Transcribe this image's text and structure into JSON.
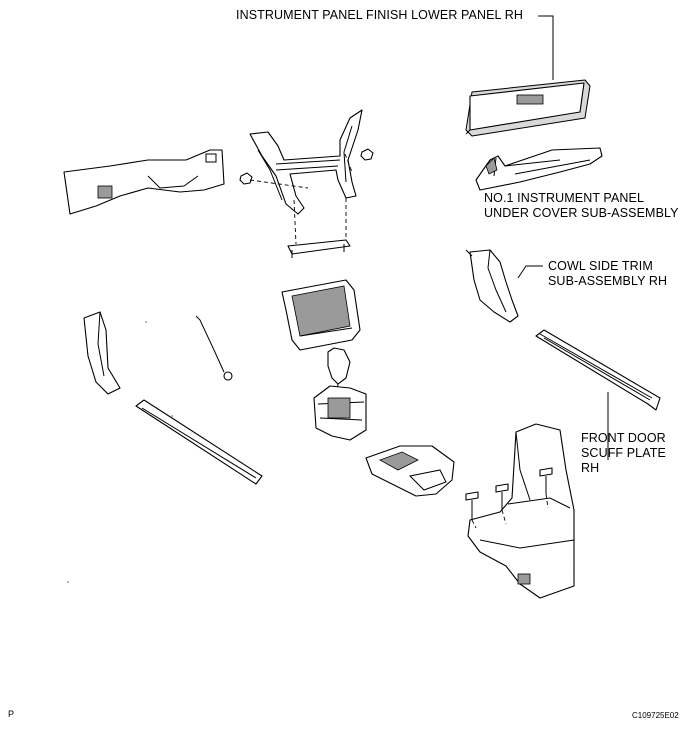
{
  "labels": {
    "finish_lower_panel": "INSTRUMENT PANEL FINISH LOWER PANEL RH",
    "under_cover_line1": "NO.1 INSTRUMENT PANEL",
    "under_cover_line2": "UNDER COVER SUB-ASSEMBLY",
    "cowl_line1": "COWL SIDE TRIM",
    "cowl_line2": "SUB-ASSEMBLY RH",
    "scuff_line1": "FRONT DOOR",
    "scuff_line2": "SCUFF PLATE",
    "scuff_line3": "RH"
  },
  "corner_mark": "P",
  "figure_code": "C109725E02"
}
